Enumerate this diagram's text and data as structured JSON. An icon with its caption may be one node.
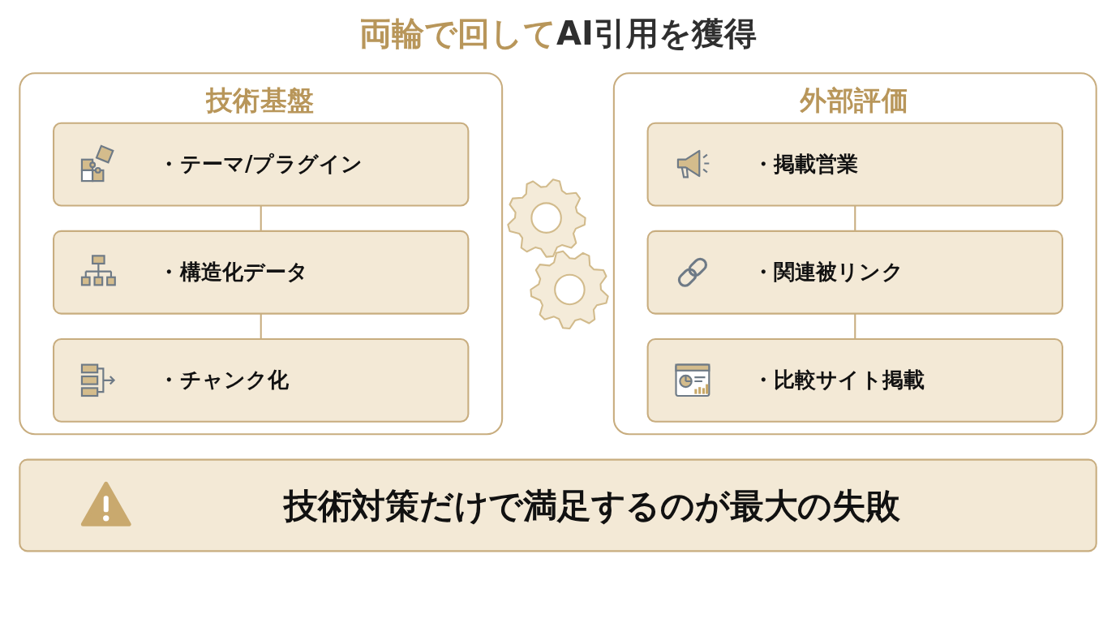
{
  "diagram": {
    "title": "両輪で回してAI引用を獲得",
    "nodes": [
      {
        "text": [
          "技術基盤"
        ]
      },
      {
        "text": [
          "・テーマ/プラグイン"
        ],
        "in": 0
      },
      {
        "text": [
          "・構造化データ"
        ],
        "in": 0
      },
      {
        "text": [
          "・チャンク化"
        ],
        "in": 0
      },
      {
        "text": [
          "外部評価"
        ]
      },
      {
        "text": [
          "・掲載営業"
        ],
        "in": 4
      },
      {
        "text": [
          "・関連被リンク"
        ],
        "in": 4
      },
      {
        "text": [
          "・比較サイト掲載"
        ],
        "in": 4
      },
      {
        "text": [
          "技術対策だけで満足するのが最大の失敗"
        ]
      }
    ],
    "edges": [
      {
        "from": 1,
        "to": 2,
        "arrow": "none"
      },
      {
        "from": 2,
        "to": 3,
        "arrow": "none"
      },
      {
        "from": 5,
        "to": 6,
        "arrow": "none"
      },
      {
        "from": 6,
        "to": 7,
        "arrow": "none"
      }
    ]
  }
}
